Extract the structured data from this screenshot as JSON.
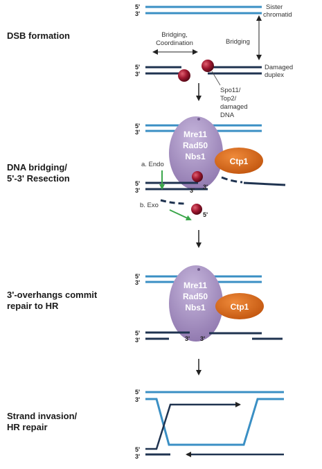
{
  "stages": [
    {
      "line1": "DSB formation",
      "line2": ""
    },
    {
      "line1": "DNA bridging/",
      "line2": "5'-3' Resection"
    },
    {
      "line1": "3'-overhangs commit",
      "line2": "repair to HR"
    },
    {
      "line1": "Strand invasion/",
      "line2": "HR repair"
    }
  ],
  "labels": {
    "sister_1": "Sister",
    "sister_2": "chromatid",
    "bridging_coord_1": "Bridging,",
    "bridging_coord_2": "Coordination",
    "bridging": "Bridging",
    "damaged_1": "Damaged",
    "damaged_2": "duplex",
    "spo_1": "Spo11/",
    "spo_2": "Top2/",
    "spo_3": "damaged",
    "spo_4": "DNA",
    "endo": "a. Endo",
    "exo": "b. Exo"
  },
  "proteins": {
    "mre11": "Mre11",
    "rad50": "Rad50",
    "nbs1": "Nbs1",
    "ctp1": "Ctp1"
  },
  "ends": {
    "five": "5'",
    "three": "3'"
  },
  "colors": {
    "sister_strand": "#3a8fc4",
    "damaged_strand": "#1f3350",
    "complex": "#a48fc0",
    "ctp1": "#d9661a",
    "adduct": "#a01830",
    "resection_arrow": "#3aa64a"
  }
}
